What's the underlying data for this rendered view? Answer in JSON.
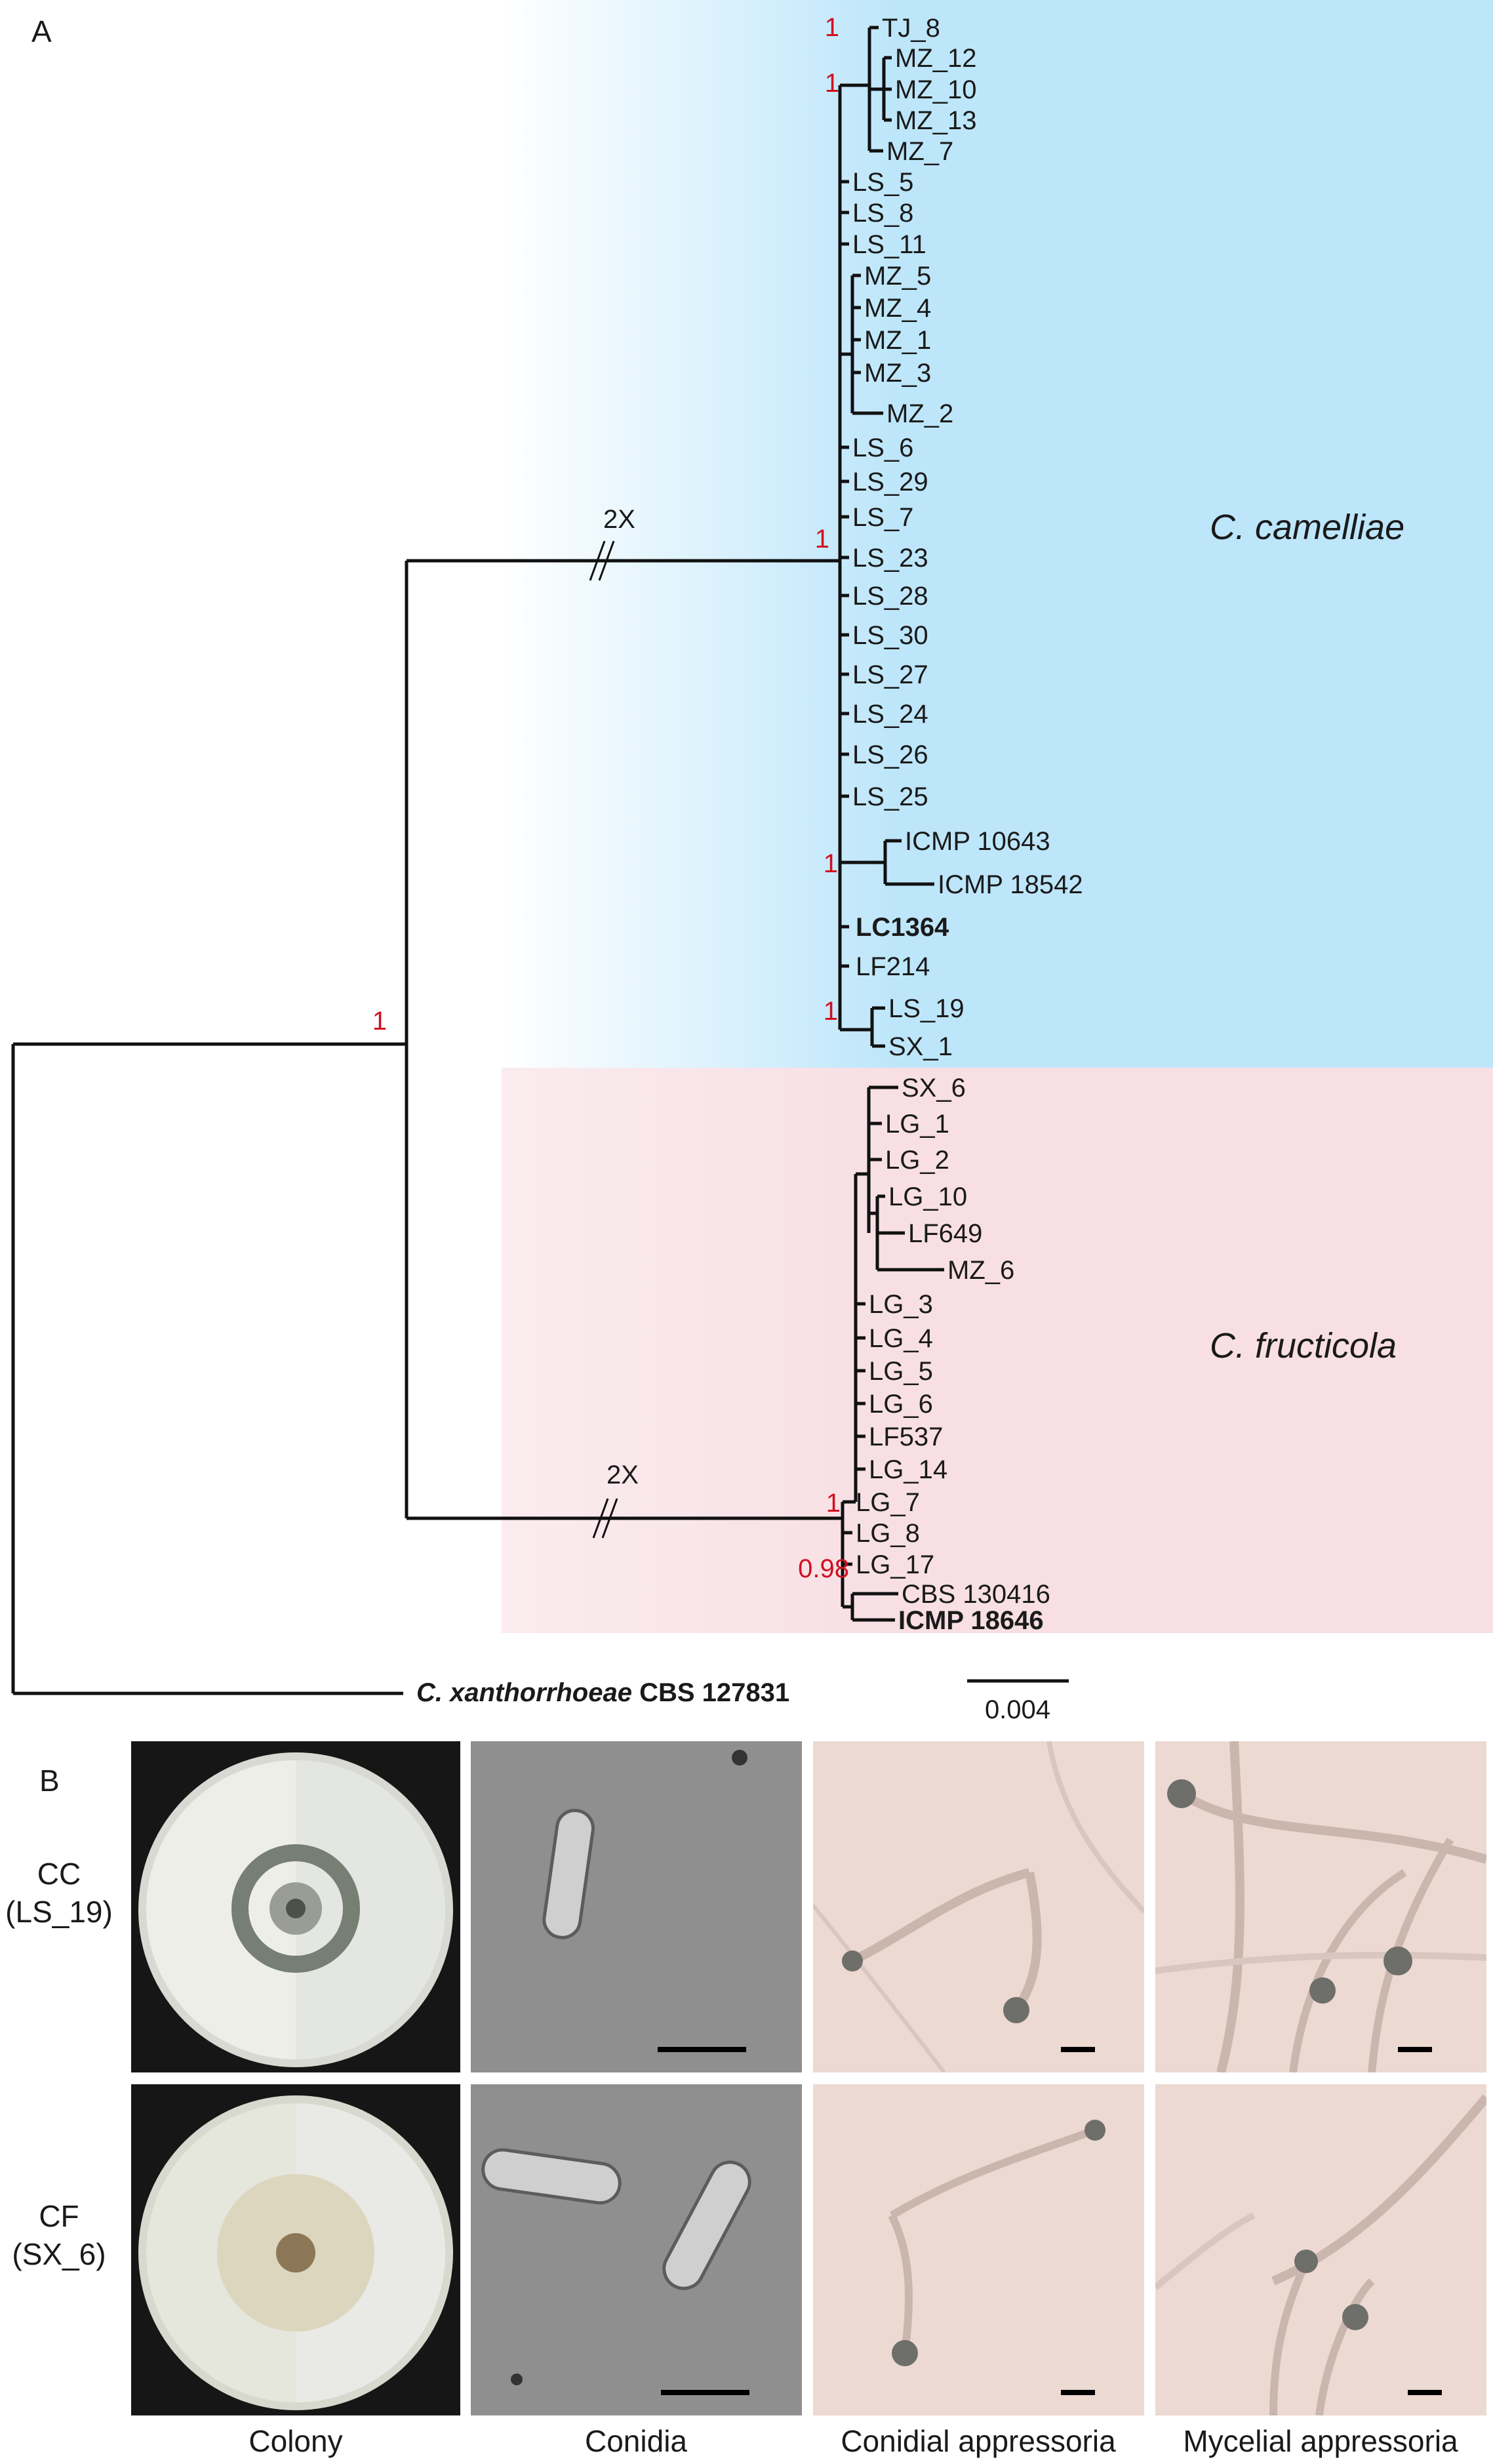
{
  "panel_a_label": "A",
  "panel_b_label": "B",
  "clade_camelliae": "C. camelliae",
  "clade_fructicola": "C. fructicola",
  "outgroup": {
    "species": "C. xanthorrhoeae",
    "strain": "CBS 127831"
  },
  "scale_bar_label": "0.004",
  "break_label_top": "2X",
  "break_label_bottom": "2X",
  "colors": {
    "camelliae_bg": "#bde6fa",
    "fructicola_bg": "#f7dfe4",
    "support": "#d01020"
  },
  "camelliae_leaves": [
    "TJ_8",
    "MZ_12",
    "MZ_10",
    "MZ_13",
    "MZ_7",
    "LS_5",
    "LS_8",
    "LS_11",
    "MZ_5",
    "MZ_4",
    "MZ_1",
    "MZ_3",
    "MZ_2",
    "LS_6",
    "LS_29",
    "LS_7",
    "LS_23",
    "LS_28",
    "LS_30",
    "LS_27",
    "LS_24",
    "LS_26",
    "LS_25",
    "ICMP 10643",
    "ICMP 18542",
    "LC1364",
    "LF214",
    "LS_19",
    "SX_1"
  ],
  "fructicola_leaves": [
    "SX_6",
    "LG_1",
    "LG_2",
    "LG_10",
    "LF649",
    "MZ_6",
    "LG_3",
    "LG_4",
    "LG_5",
    "LG_6",
    "LF537",
    "LG_14",
    "LG_7",
    "LG_8",
    "LG_17",
    "CBS 130416",
    "ICMP 18646"
  ],
  "support_values": {
    "root": "1",
    "camelliae": "1",
    "tj8_group": "1",
    "mz_group": "1",
    "icmp_pair": "1",
    "ls19_sx1": "1",
    "fructicola": "1",
    "cbs_icmp": "0.98"
  },
  "panel_b": {
    "rows": [
      {
        "code": "CC",
        "strain": "(LS_19)"
      },
      {
        "code": "CF",
        "strain": "(SX_6)"
      }
    ],
    "columns": [
      "Colony",
      "Conidia",
      "Conidial appressoria",
      "Mycelial appressoria"
    ]
  }
}
